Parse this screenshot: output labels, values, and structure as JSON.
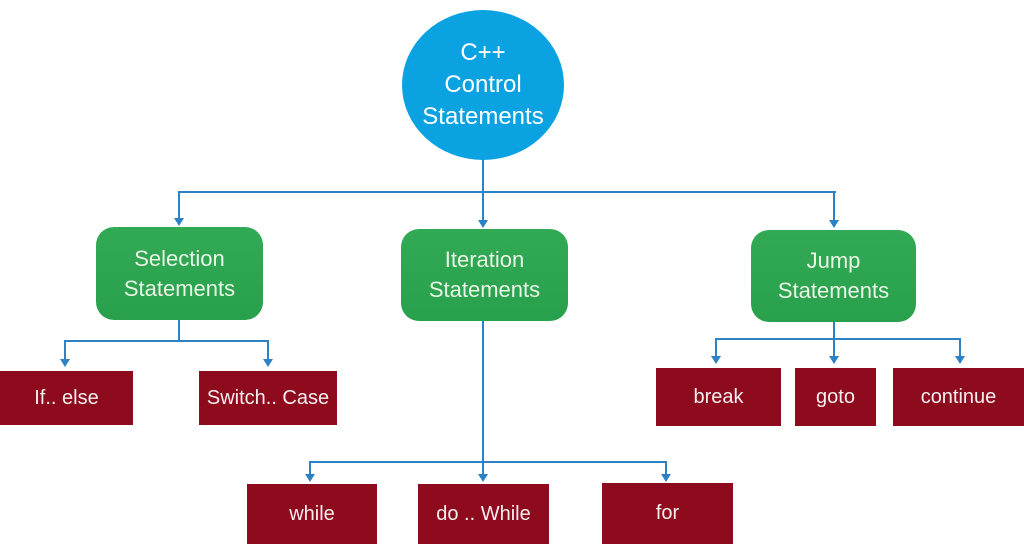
{
  "diagram_title": "C++ Control Statements",
  "colors": {
    "root_fill": "#0aa2e0",
    "branch_fill": "#2fa24f",
    "leaf_fill": "#8e0b1e",
    "connector": "#2e82c4",
    "root_text": "#ffffff",
    "branch_text": "#e9f5e6",
    "leaf_text": "#f6efef",
    "background": "#ffffff"
  },
  "nodes": {
    "root": {
      "lines": [
        "C++",
        "Control",
        "Statements"
      ]
    },
    "branches": [
      {
        "id": "selection",
        "label": "Selection Statements"
      },
      {
        "id": "iteration",
        "label": "Iteration Statements"
      },
      {
        "id": "jump",
        "label": "Jump Statements"
      }
    ],
    "leaves": [
      {
        "parent": "selection",
        "label": "If.. else"
      },
      {
        "parent": "selection",
        "label": "Switch.. Case"
      },
      {
        "parent": "iteration",
        "label": "while"
      },
      {
        "parent": "iteration",
        "label": "do .. While"
      },
      {
        "parent": "iteration",
        "label": "for"
      },
      {
        "parent": "jump",
        "label": "break"
      },
      {
        "parent": "jump",
        "label": "goto"
      },
      {
        "parent": "jump",
        "label": "continue"
      }
    ]
  }
}
